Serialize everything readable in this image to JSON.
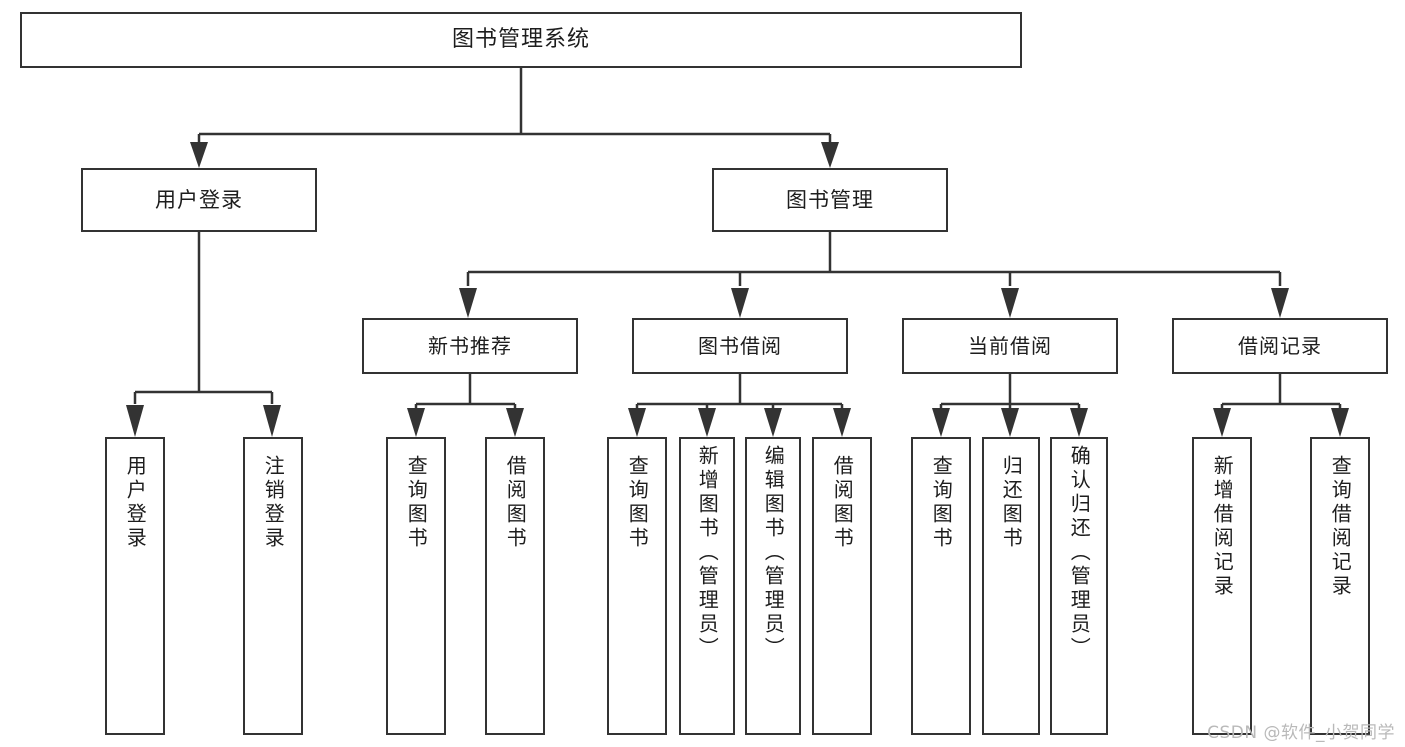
{
  "diagram": {
    "title": "图书管理系统",
    "type": "tree-hierarchy",
    "watermark": "CSDN @软件_小贺同学",
    "colors": {
      "stroke": "#333333",
      "fill": "#ffffff",
      "text": "#1d1d1d",
      "watermark": "#b9b9b9"
    },
    "root": {
      "label": "图书管理系统"
    },
    "level2": [
      {
        "label": "用户登录"
      },
      {
        "label": "图书管理"
      }
    ],
    "level3": [
      {
        "label": "新书推荐"
      },
      {
        "label": "图书借阅"
      },
      {
        "label": "当前借阅"
      },
      {
        "label": "借阅记录"
      }
    ],
    "leaves": {
      "user_login": [
        {
          "label": "用户登录"
        },
        {
          "label": "注销登录"
        }
      ],
      "new_book_recommend": [
        {
          "label": "查询图书"
        },
        {
          "label": "借阅图书"
        }
      ],
      "book_borrow": [
        {
          "label": "查询图书"
        },
        {
          "label": "新增图书（管理员）"
        },
        {
          "label": "编辑图书（管理员）"
        },
        {
          "label": "借阅图书"
        }
      ],
      "current_borrow": [
        {
          "label": "查询图书"
        },
        {
          "label": "归还图书"
        },
        {
          "label": "确认归还（管理员）"
        }
      ],
      "borrow_record": [
        {
          "label": "新增借阅记录"
        },
        {
          "label": "查询借阅记录"
        }
      ]
    }
  }
}
